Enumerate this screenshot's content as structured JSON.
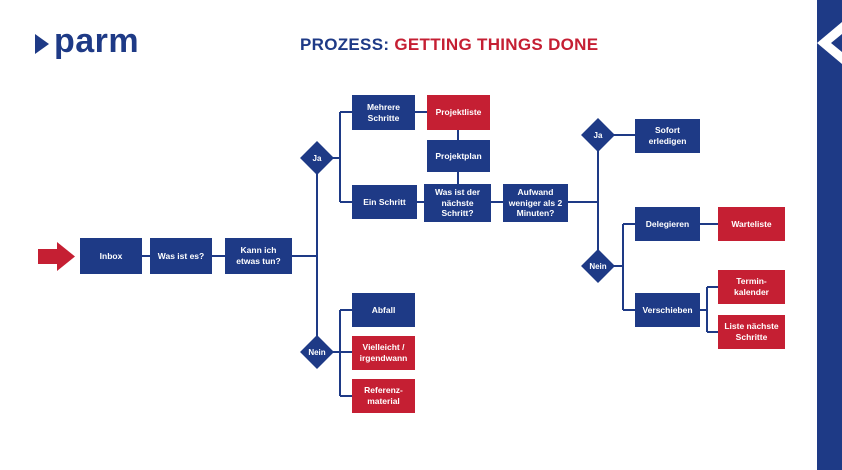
{
  "logo": {
    "brand": "parm"
  },
  "title": {
    "prefix": "PROZESS:",
    "main": "GETTING THINGS DONE"
  },
  "colors": {
    "blue": "#1e3a86",
    "red": "#c51f33"
  },
  "nodes": {
    "inbox": "Inbox",
    "was_ist_es": "Was ist es?",
    "kann_ich": "Kann ich etwas tun?",
    "ja1": "Ja",
    "nein1": "Nein",
    "mehrere": "Mehrere Schritte",
    "projektliste": "Projektliste",
    "projektplan": "Projektplan",
    "ein_schritt": "Ein Schritt",
    "naechste": "Was ist der nächste Schritt?",
    "aufwand": "Aufwand weniger als 2 Minuten?",
    "ja2": "Ja",
    "nein2": "Nein",
    "sofort": "Sofort erledigen",
    "delegieren": "Delegieren",
    "warteliste": "Warteliste",
    "verschieben": "Verschieben",
    "termin": "Termin-kalender",
    "liste": "Liste nächste Schritte",
    "abfall": "Abfall",
    "vielleicht": "Vielleicht / irgendwann",
    "referenz": "Referenz-material"
  }
}
